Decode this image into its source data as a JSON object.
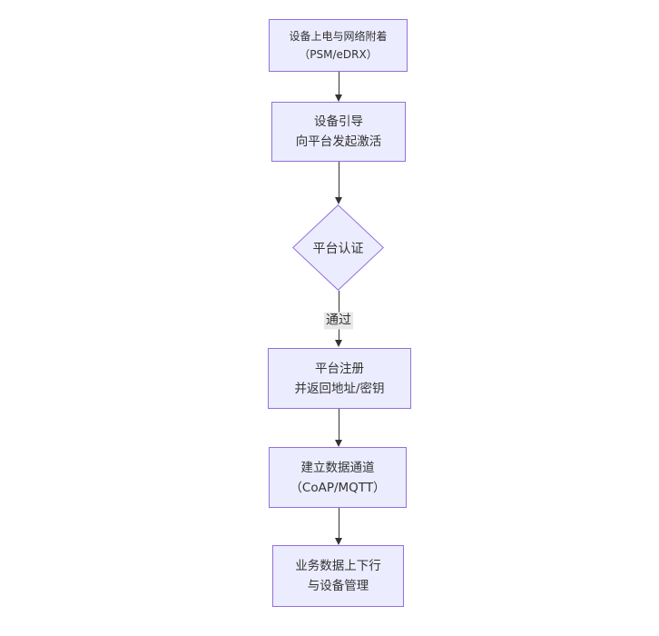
{
  "diagram": {
    "type": "flowchart",
    "direction": "top-down",
    "colors": {
      "node_fill": "#ECECFF",
      "node_border": "#9370DB",
      "edge_line": "#333333",
      "edge_label_bg": "#e8e8e8",
      "text": "#333333",
      "background": "#ffffff"
    },
    "nodes": [
      {
        "id": "power-attach",
        "shape": "rectangle",
        "lines": [
          "设备上电与网络附着",
          "（PSM/eDRX）"
        ]
      },
      {
        "id": "bootstrap",
        "shape": "rectangle",
        "lines": [
          "设备引导",
          "向平台发起激活"
        ]
      },
      {
        "id": "platform-auth",
        "shape": "diamond",
        "lines": [
          "平台认证"
        ]
      },
      {
        "id": "platform-register",
        "shape": "rectangle",
        "lines": [
          "平台注册",
          "并返回地址/密钥"
        ]
      },
      {
        "id": "data-channel",
        "shape": "rectangle",
        "lines": [
          "建立数据通道",
          "（CoAP/MQTT）"
        ]
      },
      {
        "id": "business-data",
        "shape": "rectangle",
        "lines": [
          "业务数据上下行",
          "与设备管理"
        ]
      }
    ],
    "edges": [
      {
        "from": "power-attach",
        "to": "bootstrap",
        "label": ""
      },
      {
        "from": "bootstrap",
        "to": "platform-auth",
        "label": ""
      },
      {
        "from": "platform-auth",
        "to": "platform-register",
        "label": "通过"
      },
      {
        "from": "platform-register",
        "to": "data-channel",
        "label": ""
      },
      {
        "from": "data-channel",
        "to": "business-data",
        "label": ""
      }
    ]
  }
}
